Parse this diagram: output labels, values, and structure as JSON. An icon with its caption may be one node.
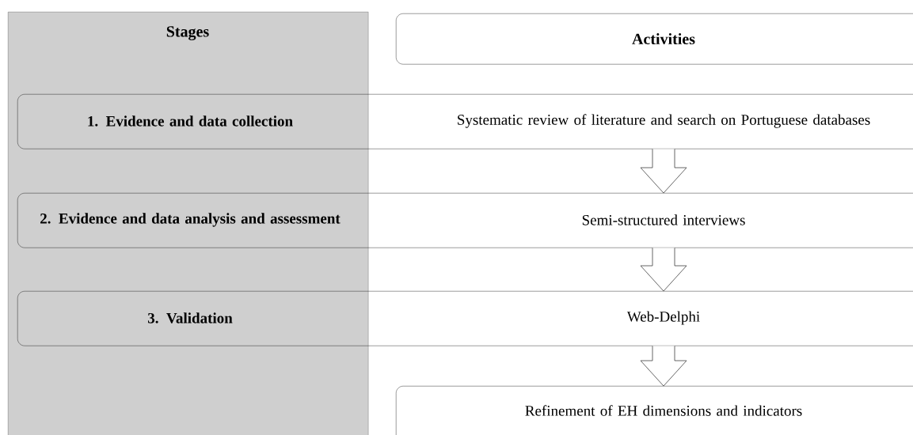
{
  "diagram": {
    "nodes": [
      {
        "text": [
          "Stages"
        ]
      },
      {
        "text": [
          "Activities"
        ]
      },
      {
        "text": [
          "1. Evidence and data collection",
          "Systematic review of literature and search on Portuguese databases"
        ]
      },
      {
        "text": [
          "2. Evidence and data analysis and assessment",
          "Semi-structured interviews"
        ]
      },
      {
        "text": [
          "3. Validation",
          "Web-Delphi"
        ]
      },
      {
        "text": [
          "Refinement of EH dimensions and indicators"
        ]
      }
    ],
    "edges": [
      {
        "from": 2,
        "to": 3,
        "arrow": "to"
      },
      {
        "from": 3,
        "to": 4,
        "arrow": "to"
      },
      {
        "from": 4,
        "to": 5,
        "arrow": "to"
      }
    ]
  }
}
